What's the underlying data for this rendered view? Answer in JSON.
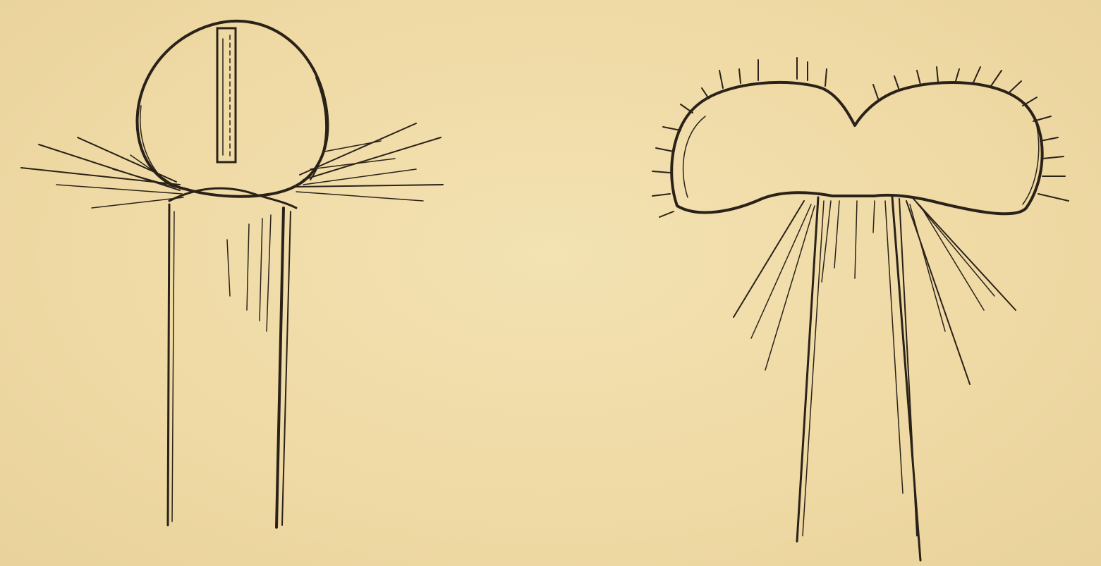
{
  "figures": [
    {
      "id": "left",
      "icon": "round-organ-with-slit-on-two-stalks"
    },
    {
      "id": "right",
      "icon": "bilobed-fringed-organ-with-diverging-stalks"
    }
  ],
  "colors": {
    "paper": "#f0dca8",
    "ink": "#2a2218"
  }
}
